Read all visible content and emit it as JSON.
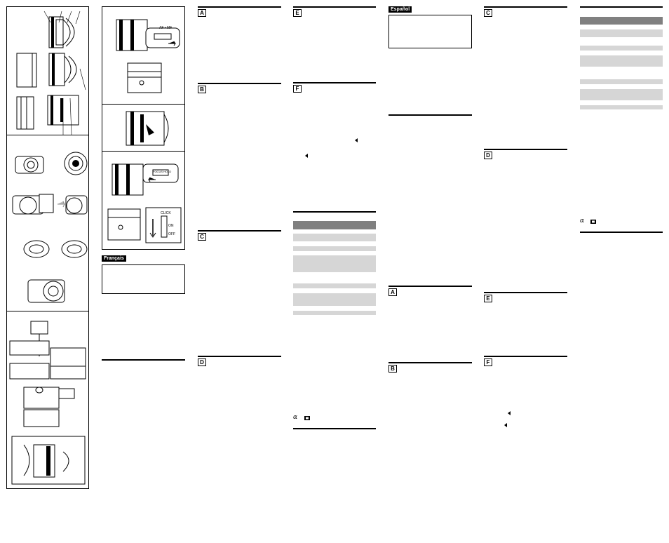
{
  "languages": {
    "french": "Français",
    "spanish": "Español"
  },
  "section_letters": {
    "a": "A",
    "b": "B",
    "c": "C",
    "d": "D",
    "e": "E",
    "f": "F"
  },
  "panel_labels": {
    "af_mf": "AF • MF",
    "focus_hold": "FOCUS HOLD",
    "click": "CLICK",
    "on": "ON",
    "off": "OFF"
  },
  "brand_mark": "α"
}
